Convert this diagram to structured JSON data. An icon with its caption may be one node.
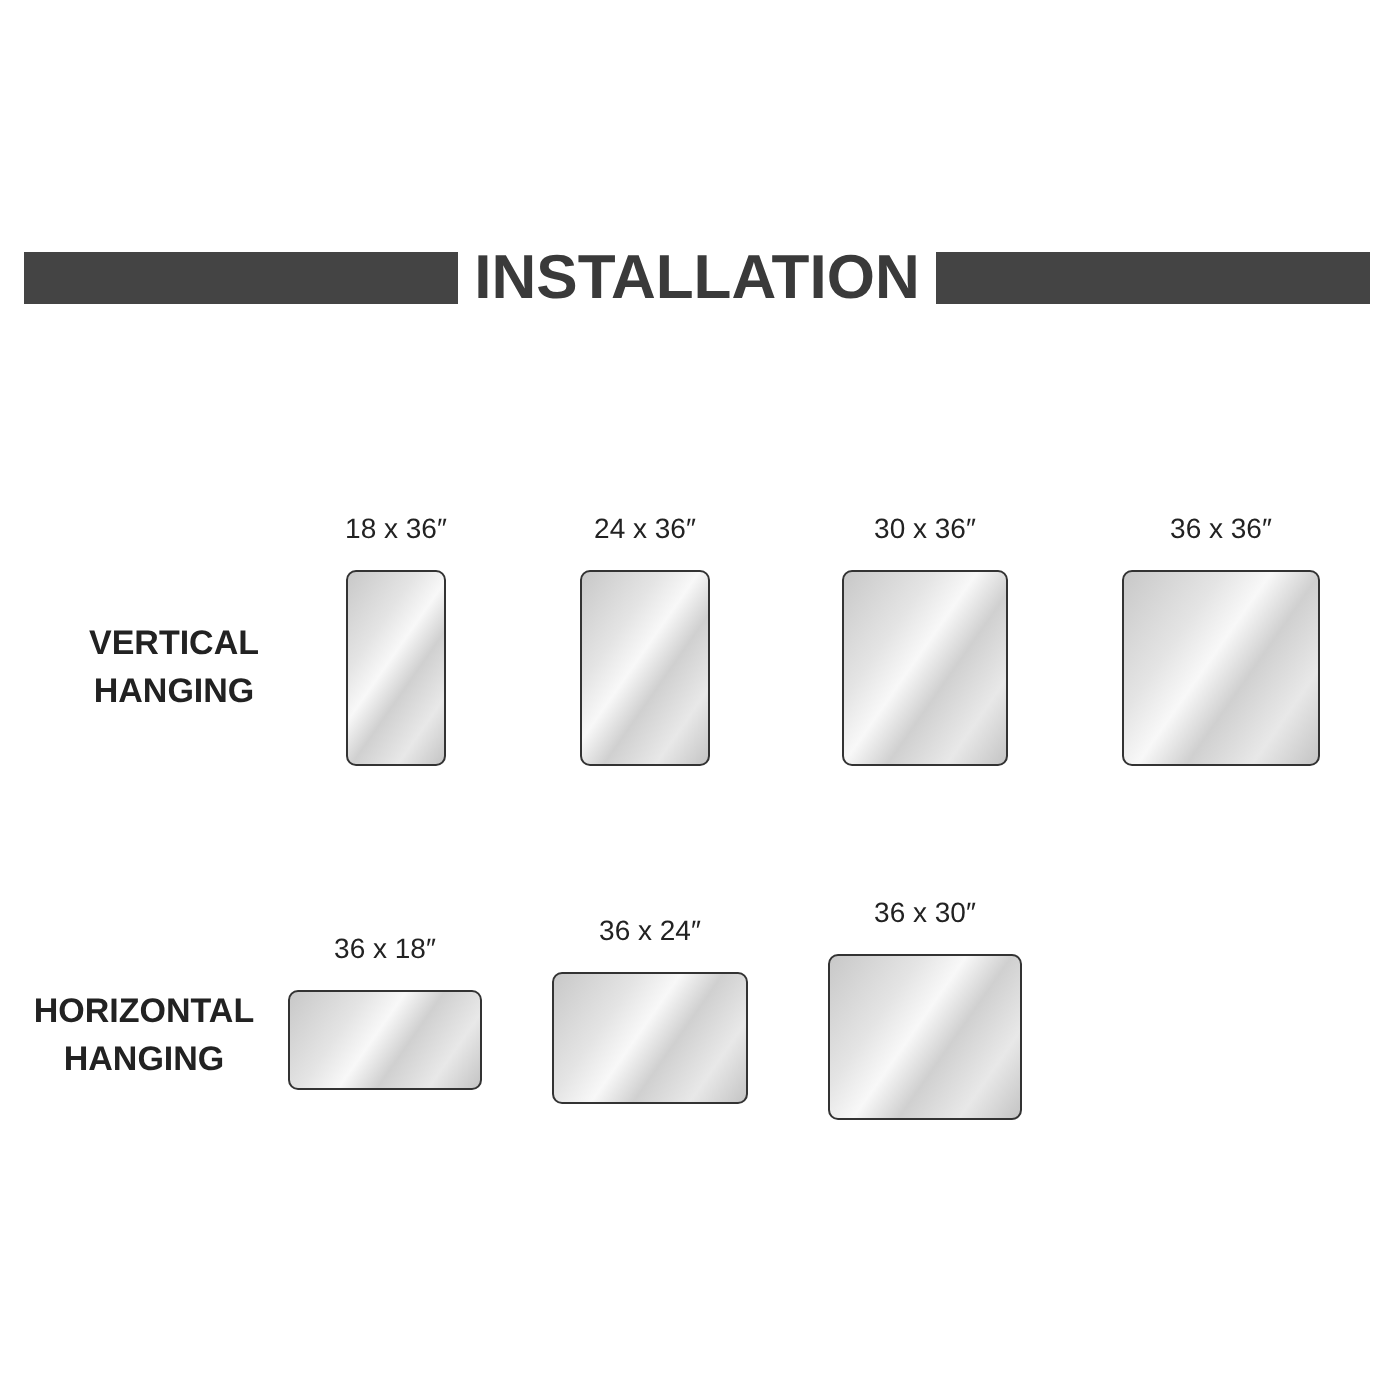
{
  "diagram": {
    "title": "INSTALLATION",
    "nodes": [
      {
        "text": [],
        "shape": "box",
        "beside": [
          "18 x 36″"
        ]
      },
      {
        "text": [],
        "shape": "box",
        "beside": [
          "24 x 36″"
        ]
      },
      {
        "text": [],
        "shape": "box",
        "beside": [
          "30 x 36″"
        ]
      },
      {
        "text": [],
        "shape": "box",
        "beside": [
          "36 x 36″"
        ]
      },
      {
        "text": [],
        "shape": "box",
        "beside": [
          "36 x 18″"
        ]
      },
      {
        "text": [],
        "shape": "box",
        "beside": [
          "36 x 24″"
        ]
      },
      {
        "text": [],
        "shape": "box",
        "beside": [
          "36 x 30″"
        ]
      }
    ],
    "labels": [
      "VERTICAL HANGING",
      "HORIZONTAL HANGING"
    ]
  }
}
